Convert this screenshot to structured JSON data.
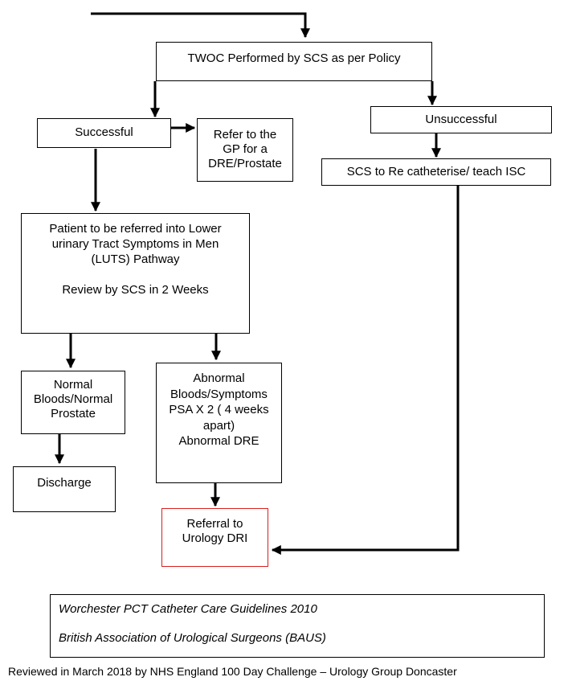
{
  "flowchart": {
    "twoc": "TWOC Performed by SCS as per Policy",
    "successful": "Successful",
    "refer_gp": [
      "Refer to the",
      "GP for a",
      "DRE/Prostate"
    ],
    "unsuccessful": "Unsuccessful",
    "recatheterise": "SCS to Re catheterise/ teach ISC",
    "luts": [
      "Patient to be referred into Lower",
      "urinary Tract Symptoms in Men",
      "(LUTS) Pathway",
      "",
      "Review by SCS  in 2 Weeks"
    ],
    "normal": [
      "Normal",
      "Bloods/Normal",
      "Prostate"
    ],
    "abnormal": [
      "Abnormal",
      "Bloods/Symptoms",
      "PSA X 2 ( 4 weeks",
      "apart)",
      "Abnormal DRE"
    ],
    "discharge": "Discharge",
    "referral": [
      "Referral to",
      "Urology DRI"
    ],
    "referral_border_color": "#d62020"
  },
  "references": {
    "line1": "Worchester PCT Catheter Care Guidelines 2010",
    "line2": "British Association of Urological Surgeons (BAUS)"
  },
  "footer": "Reviewed in March 2018 by NHS England 100 Day Challenge – Urology Group Doncaster"
}
